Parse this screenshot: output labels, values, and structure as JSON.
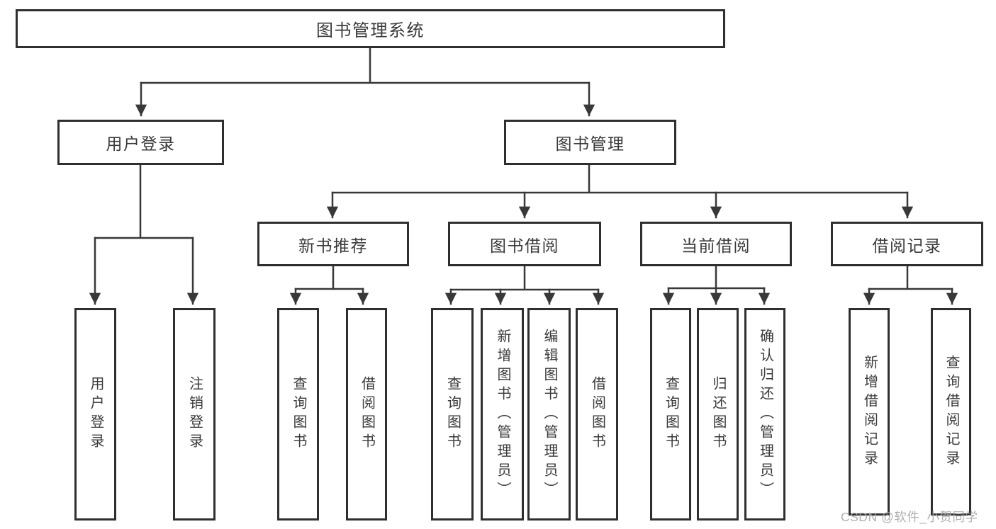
{
  "diagram": {
    "root": {
      "label": "图书管理系统",
      "children": [
        {
          "label": "用户登录",
          "children": [
            {
              "label": "用户登录"
            },
            {
              "label": "注销登录"
            }
          ]
        },
        {
          "label": "图书管理",
          "children": [
            {
              "label": "新书推荐",
              "children": [
                {
                  "label": "查询图书"
                },
                {
                  "label": "借阅图书"
                }
              ]
            },
            {
              "label": "图书借阅",
              "children": [
                {
                  "label": "查询图书"
                },
                {
                  "label": "新增图书（管理员）"
                },
                {
                  "label": "编辑图书（管理员）"
                },
                {
                  "label": "借阅图书"
                }
              ]
            },
            {
              "label": "当前借阅",
              "children": [
                {
                  "label": "查询图书"
                },
                {
                  "label": "归还图书"
                },
                {
                  "label": "确认归还（管理员）"
                }
              ]
            },
            {
              "label": "借阅记录",
              "children": [
                {
                  "label": "新增借阅记录"
                },
                {
                  "label": "查询借阅记录"
                }
              ]
            }
          ]
        }
      ]
    }
  },
  "watermark": {
    "text": "CSDN @软件_小贺同学"
  },
  "colors": {
    "line": "#383838",
    "box_border": "#2f2f2f",
    "text": "#3a3a3a",
    "watermark": "#a8a8a8",
    "background": "#ffffff"
  }
}
